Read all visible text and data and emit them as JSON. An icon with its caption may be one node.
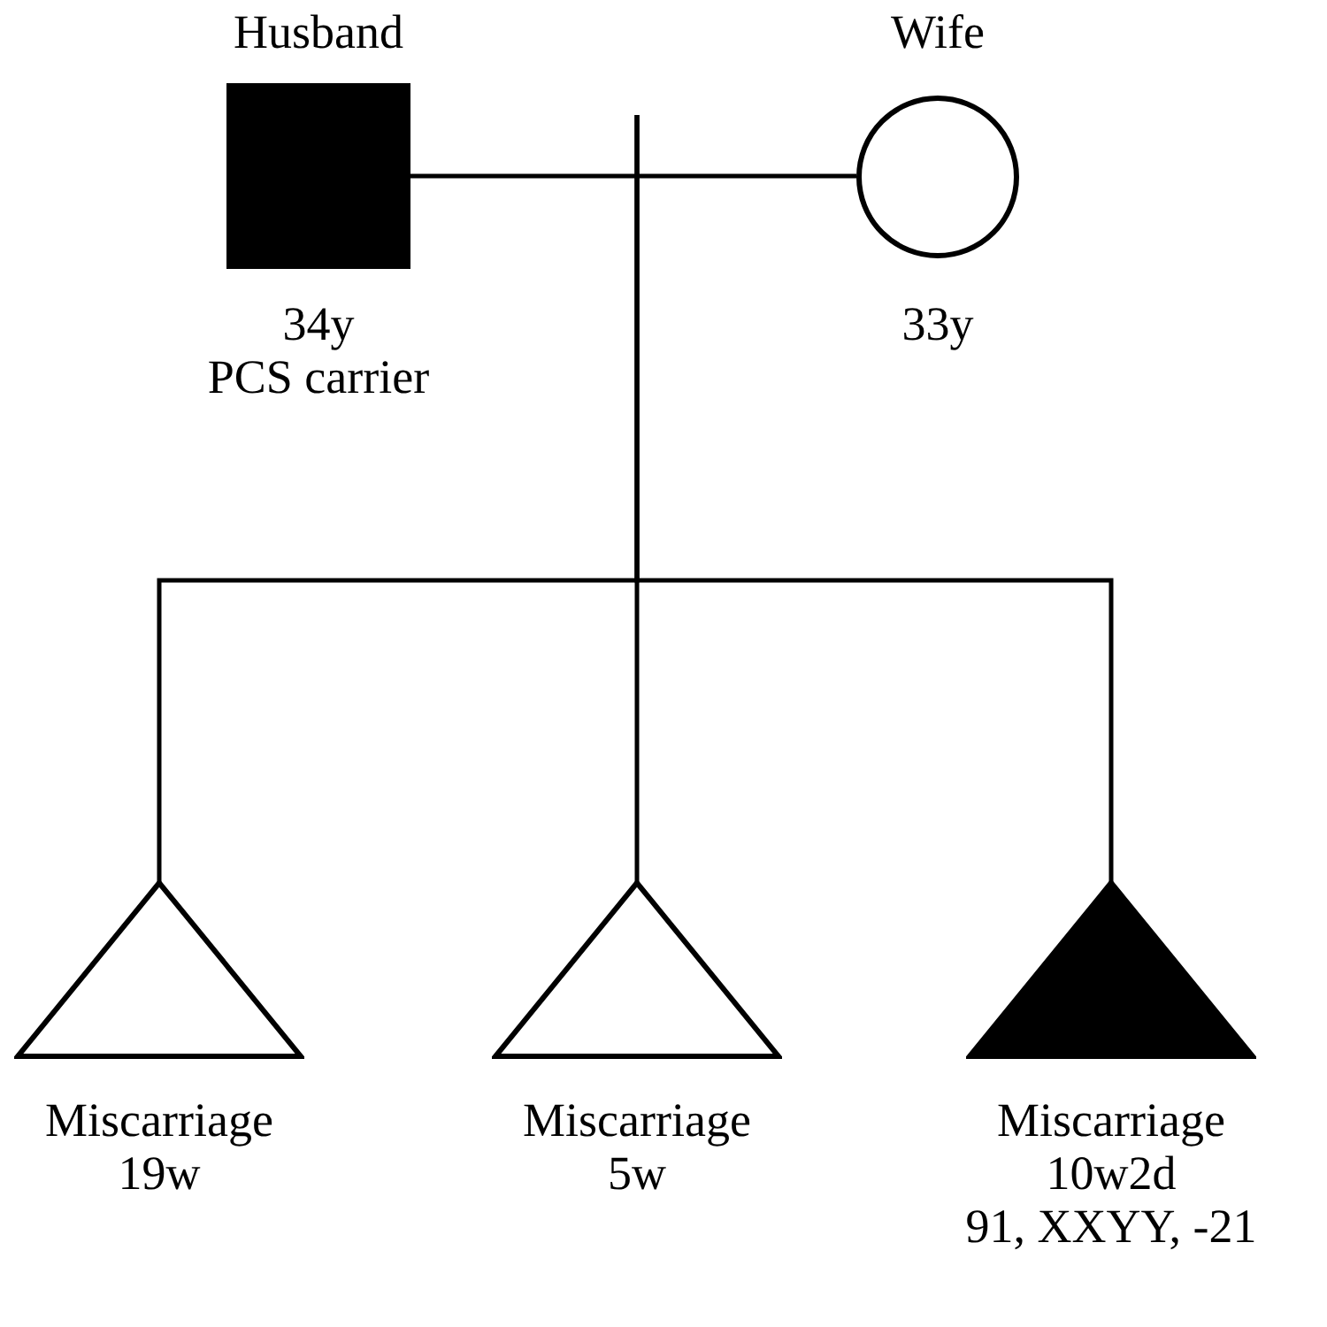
{
  "diagram": {
    "nodes": [
      {
        "text": [],
        "shape": "box",
        "beside": [
          "Husband",
          "34y",
          "PCS carrier"
        ]
      },
      {
        "text": [],
        "shape": "circle",
        "beside": [
          "Wife",
          "33y"
        ]
      },
      {
        "text": [],
        "shape": "triangle",
        "beside": [
          "Miscarriage",
          "19w"
        ]
      },
      {
        "text": [],
        "shape": "triangle",
        "beside": [
          "Miscarriage",
          "5w"
        ]
      },
      {
        "text": [],
        "shape": "triangle",
        "beside": [
          "Miscarriage",
          "10w2d",
          "91, XXYY, -21"
        ]
      }
    ],
    "edges": [
      {
        "from": 0,
        "to": 1,
        "arrow": "none"
      },
      {
        "from": null,
        "to": 2,
        "arrow": "none"
      },
      {
        "from": null,
        "to": 3,
        "arrow": "none"
      },
      {
        "from": null,
        "to": 4,
        "arrow": "none"
      }
    ]
  }
}
